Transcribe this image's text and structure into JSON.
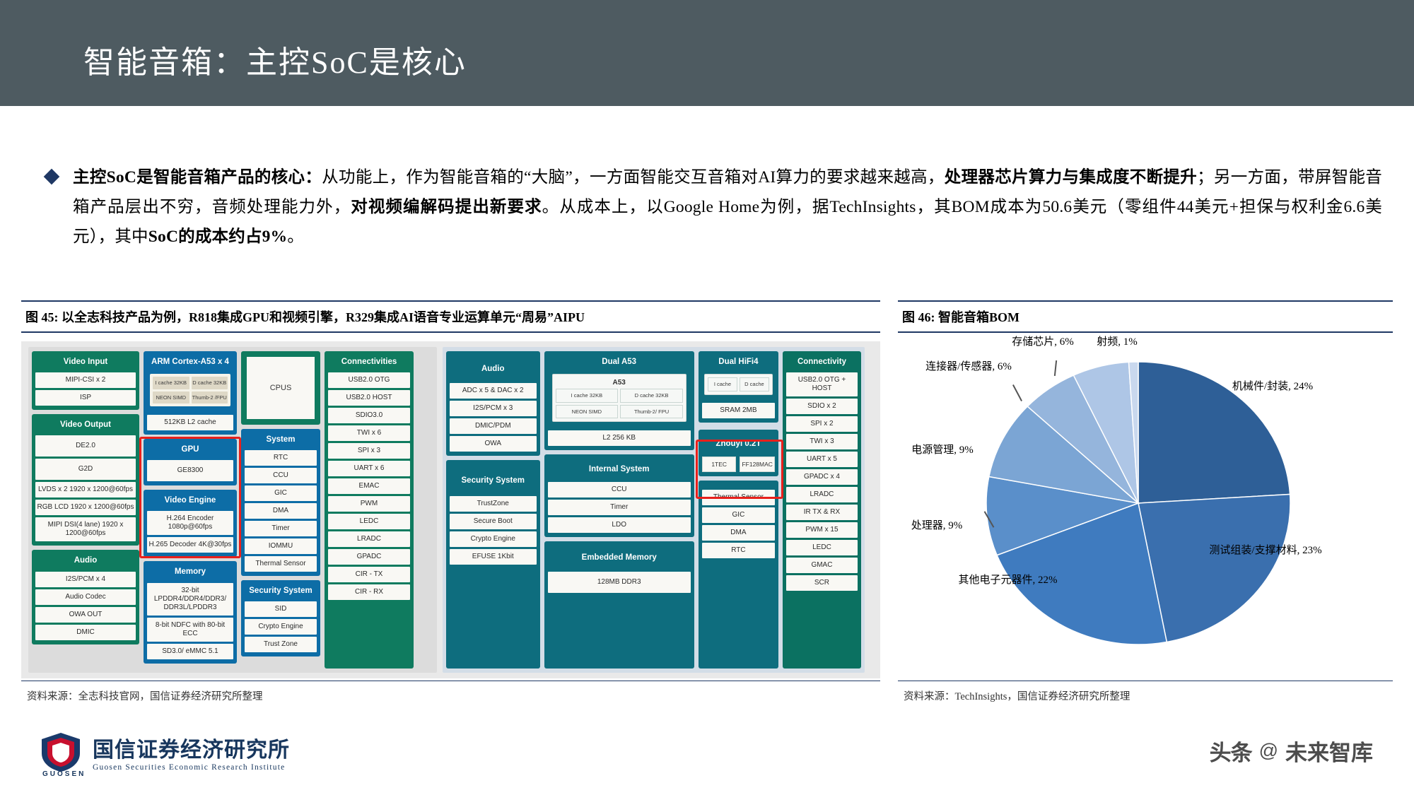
{
  "header": {
    "title": "智能音箱：主控SoC是核心"
  },
  "body": {
    "paragraph_html": "<b>主控SoC是智能音箱产品的核心：</b>从功能上，作为智能音箱的“大脑”，一方面智能交互音箱对AI算力的要求越来越高，<b>处理器芯片算力与集成度不断提升</b>；另一方面，带屏智能音箱产品层出不穷，音频处理能力外，<b>对视频编解码提出新要求</b>。从成本上，以Google Home为例，据TechInsights，其BOM成本为50.6美元（零组件44美元+担保与权利金6.6美元），其中<b>SoC的成本约占9%</b>。"
  },
  "figure45": {
    "caption": "图 45: 以全志科技产品为例，R818集成GPU和视频引擎，R329集成AI语音专业运算单元“周易”AIPU",
    "source": "资料来源：全志科技官网，国信证券经济研究所整理",
    "r818": {
      "video_input": {
        "title": "Video Input",
        "items": [
          "MIPI-CSI x 2",
          "ISP"
        ]
      },
      "video_output": {
        "title": "Video Output",
        "items": [
          "DE2.0",
          "G2D",
          "LVDS x 2\n1920 x 1200@60fps",
          "RGB LCD\n1920 x 1200@60fps",
          "MIPI DSI(4 lane)\n1920 x 1200@60fps"
        ]
      },
      "audio": {
        "title": "Audio",
        "items": [
          "I2S/PCM x 4",
          "Audio Codec",
          "OWA OUT",
          "DMIC"
        ]
      },
      "cpu": {
        "title": "ARM Cortex-A53 x 4",
        "core_cells": [
          "I cache\n32KB",
          "D cache\n32KB",
          "NEON\nSIMD",
          "Thumb-2\n/FPU"
        ],
        "l2": "512KB L2 cache"
      },
      "gpu": {
        "title": "GPU",
        "items": [
          "GE8300"
        ]
      },
      "video_engine": {
        "title": "Video Engine",
        "items": [
          "H.264 Encoder\n1080p@60fps",
          "H.265 Decoder\n4K@30fps"
        ]
      },
      "memory": {
        "title": "Memory",
        "items": [
          "32-bit\nLPDDR4/DDR4/DDR3/\nDDR3L/LPDDR3",
          "8-bit NDFC\nwith 80-bit ECC",
          "SD3.0/\neMMC 5.1"
        ]
      },
      "cpus": {
        "label": "CPUS"
      },
      "system": {
        "title": "System",
        "items": [
          "RTC",
          "CCU",
          "GIC",
          "DMA",
          "Timer",
          "IOMMU",
          "Thermal Sensor"
        ]
      },
      "security": {
        "title": "Security System",
        "items": [
          "SID",
          "Crypto Engine",
          "Trust Zone"
        ]
      },
      "connectivities": {
        "title": "Connectivities",
        "items": [
          "USB2.0 OTG",
          "USB2.0 HOST",
          "SDIO3.0",
          "TWI x 6",
          "SPI x 3",
          "UART x 6",
          "EMAC",
          "PWM",
          "LEDC",
          "LRADC",
          "GPADC",
          "CIR - TX",
          "CIR - RX"
        ]
      }
    },
    "r329": {
      "audio": {
        "title": "Audio",
        "items": [
          "ADC x 5 & DAC x 2",
          "I2S/PCM x 3",
          "DMIC/PDM",
          "OWA"
        ]
      },
      "security": {
        "title": "Security System",
        "items": [
          "TrustZone",
          "Secure Boot",
          "Crypto Engine",
          "EFUSE 1Kbit"
        ]
      },
      "dual_a53": {
        "title": "Dual A53",
        "core_title": "A53",
        "core_cells": [
          "I cache\n32KB",
          "D cache\n32KB",
          "NEON\nSIMD",
          "Thumb-2/\nFPU"
        ],
        "l2": "L2 256 KB"
      },
      "internal_system": {
        "title": "Internal System",
        "left_items": [
          "CCU",
          "Timer",
          "LDO"
        ],
        "right_items": [
          "Thermal Sensor",
          "GIC",
          "DMA",
          "RTC"
        ]
      },
      "embedded_memory": {
        "title": "Embedded Memory",
        "items": [
          "128MB DDR3"
        ]
      },
      "dual_hifi4": {
        "title": "Dual HiFi4",
        "core_cells": [
          "I cache",
          "D cache"
        ],
        "sram": "SRAM 2MB"
      },
      "zhouyi": {
        "title": "Zhouyi 0.2T",
        "items": [
          "1TEC",
          "FF128MAC"
        ]
      },
      "connectivity": {
        "title": "Connectivity",
        "items": [
          "USB2.0 OTG + HOST",
          "SDIO x 2",
          "SPI x 2",
          "TWI x 3",
          "UART x 5",
          "GPADC x 4",
          "LRADC",
          "IR TX & RX",
          "PWM x 15",
          "LEDC",
          "GMAC",
          "SCR"
        ]
      }
    }
  },
  "figure46": {
    "caption": "图 46: 智能音箱BOM",
    "source": "资料来源：TechInsights，国信证券经济研究所整理"
  },
  "chart_data": {
    "type": "pie",
    "title": "智能音箱BOM",
    "categories": [
      "机械件/封装",
      "测试组装/支撑材料",
      "其他电子元器件",
      "处理器",
      "电源管理",
      "连接器/传感器",
      "存储芯片",
      "射频"
    ],
    "values": [
      24,
      23,
      22,
      9,
      9,
      6,
      6,
      1
    ],
    "labels": [
      "机械件/封装, 24%",
      "测试组装/支撑材料, 23%",
      "其他电子元器件, 22%",
      "处理器, 9%",
      "电源管理, 9%",
      "连接器/传感器, 6%",
      "存储芯片, 6%",
      "射频, 1%"
    ],
    "colors": [
      "#2e5f97",
      "#3a6fae",
      "#3f7bbf",
      "#5a8fca",
      "#7ba5d4",
      "#95b5dc",
      "#aec6e6",
      "#c9d8ee"
    ],
    "legend": "none",
    "unit": "%"
  },
  "footer": {
    "logo_cn": "国信证券经济研究所",
    "logo_en": "Guosen Securities Economic Research Institute",
    "logo_mark": "GUOSEN",
    "watermark_brand": "头条",
    "watermark_at": "@",
    "watermark_name": "未来智库"
  }
}
